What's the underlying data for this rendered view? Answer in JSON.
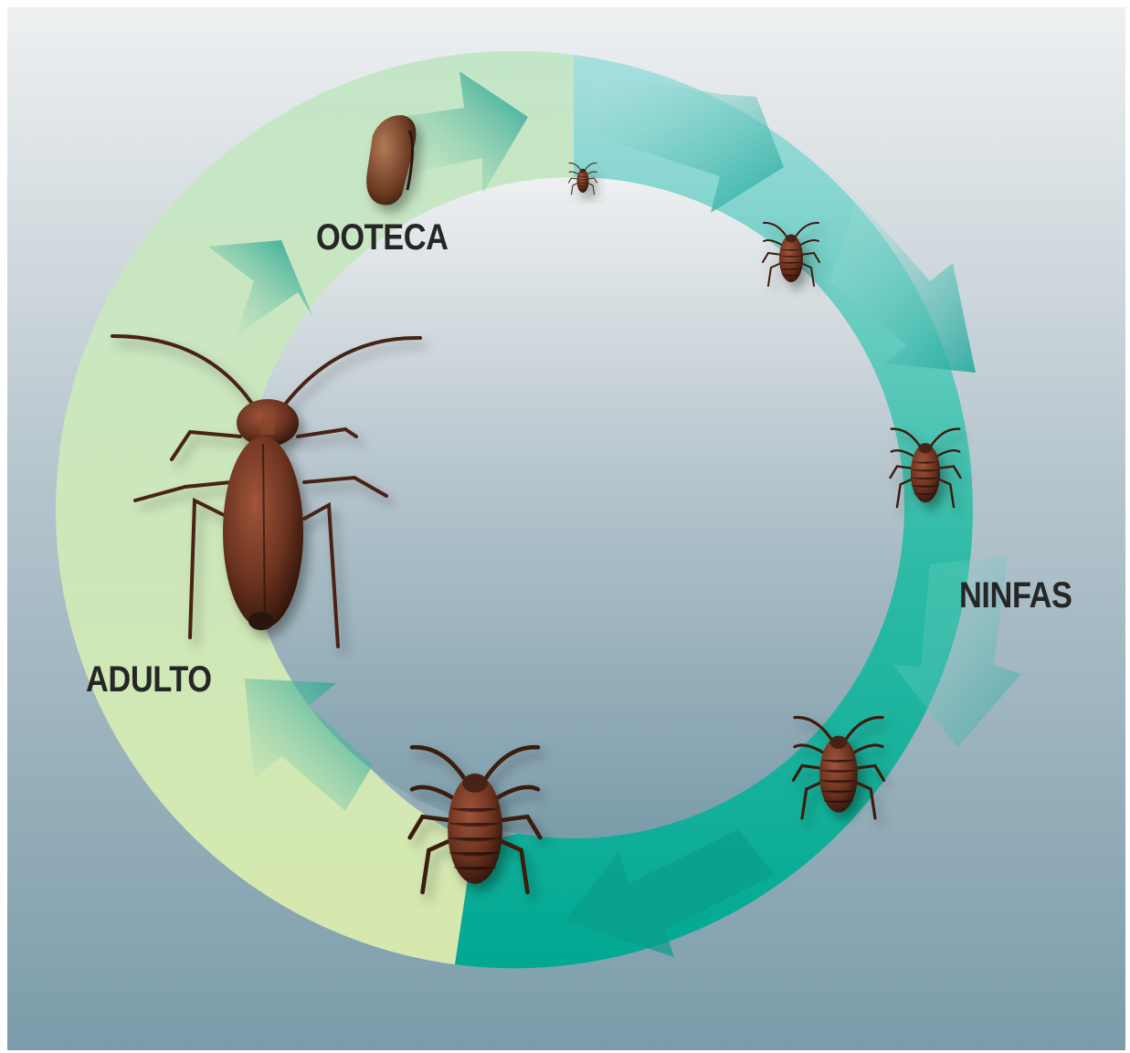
{
  "diagram": {
    "type": "life-cycle",
    "stages": [
      {
        "id": "ooteca",
        "label": "OOTECA"
      },
      {
        "id": "ninfas",
        "label": "NINFAS"
      },
      {
        "id": "adulto",
        "label": "ADULTO"
      }
    ]
  },
  "colors": {
    "background_top": "#eef0f1",
    "background_bottom": "#7b9caa",
    "ring_light": "#d3e6b2",
    "ring_mid": "#a9dcdd",
    "ring_teal": "#00ad95",
    "arrow_teal": "#0b9a8c",
    "insect_brown": "#5b2f1e",
    "label_text": "#262626"
  }
}
